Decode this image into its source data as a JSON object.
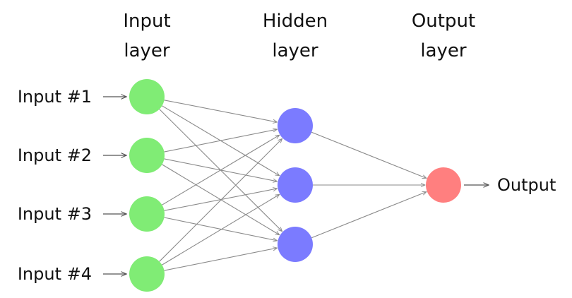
{
  "layers": [
    {
      "title_line1": "Input",
      "title_line2": "layer"
    },
    {
      "title_line1": "Hidden",
      "title_line2": "layer"
    },
    {
      "title_line1": "Output",
      "title_line2": "layer"
    }
  ],
  "inputs": [
    "Input #1",
    "Input #2",
    "Input #3",
    "Input #4"
  ],
  "hidden_count": 3,
  "output_label": "Output",
  "colors": {
    "input_node": "#80ec75",
    "hidden_node": "#7b7bff",
    "output_node": "#ff7f7f",
    "edge": "#8a8a8a"
  },
  "icons": {
    "connection": "arrow-right-icon"
  }
}
